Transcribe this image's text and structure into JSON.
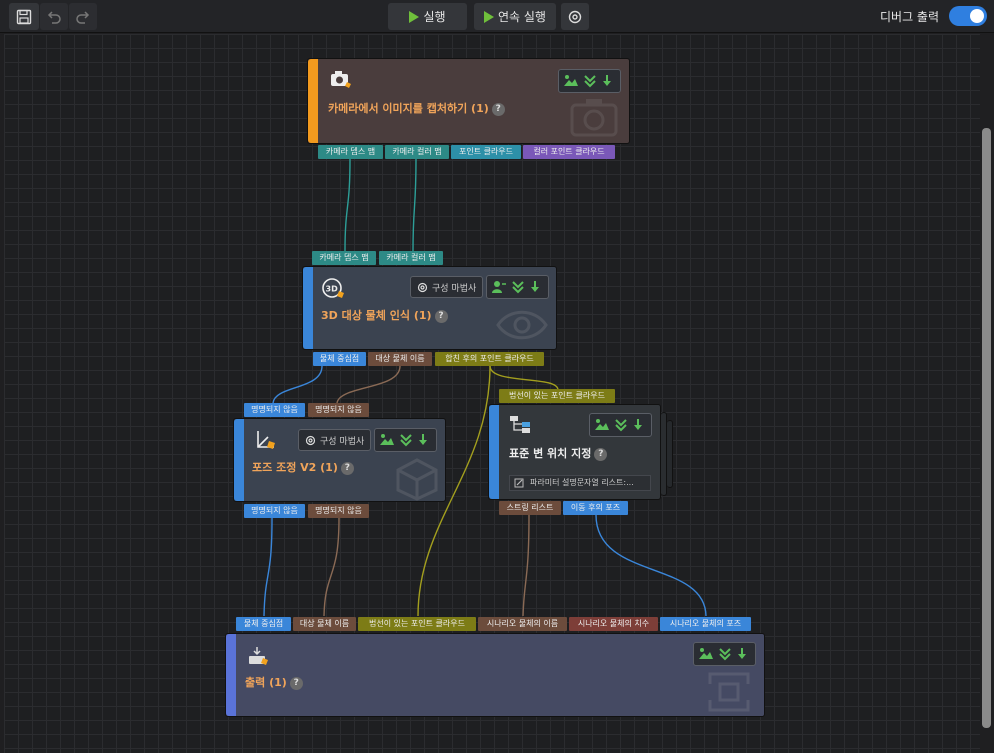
{
  "toolbar": {
    "run_label": "실행",
    "continuous_run_label": "연속 실행",
    "debug_output_label": "디버그 출력",
    "debug_output_on": true
  },
  "colors": {
    "accent": "#2f7fe0",
    "play": "#6fbf3b",
    "title": "#f0a45a",
    "capture_bar": "#f29a1e",
    "step_bar": "#3a86d9",
    "output_bar": "#5a73d8"
  },
  "nodes": {
    "capture": {
      "title": "카메라에서 이미지를 캡처하기 (1)",
      "icon": "camera-icon",
      "outputs": [
        "카메라 뎁스 맵",
        "카메라 컬러 맵",
        "포인트 클라우드",
        "컬러 포인트 클라우드"
      ]
    },
    "recognition": {
      "title": "3D 대상 물체 인식 (1)",
      "icon": "3d-icon",
      "config_label": "구성 마법사",
      "inputs": [
        "카메라 뎁스 맵",
        "카메라 컬러 맵"
      ],
      "outputs": [
        "물체 중심점",
        "대상 물체 이름",
        "합친 후의 포인트 클라우드"
      ]
    },
    "pose": {
      "title": "포즈 조정 V2 (1)",
      "icon": "axes-icon",
      "config_label": "구성 마법사",
      "inputs": [
        "명명되지 않음",
        "명명되지 않음"
      ],
      "outputs": [
        "명명되지 않음",
        "명명되지 않음"
      ]
    },
    "standard": {
      "title": "표준 변 위치 지정",
      "icon": "hierarchy-icon",
      "param_label": "파라미터 설명문자열 리스트:...",
      "inputs": [
        "법선이 있는 포인트 클라우드"
      ],
      "outputs": [
        "스트링 리스트",
        "이동 후의 포즈"
      ]
    },
    "output": {
      "title": "출력 (1)",
      "icon": "output-icon",
      "inputs": [
        "물체 중심점",
        "대상 물체 이름",
        "법선이 있는 포인트 클라우드",
        "시나리오 물체의 이름",
        "시나리오 물체의 치수",
        "시나리오 물체의 포즈"
      ]
    }
  }
}
